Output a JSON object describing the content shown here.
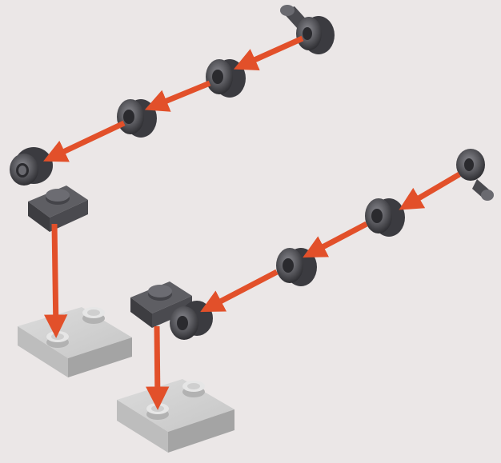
{
  "diagram": {
    "kind": "LEGO assembly instruction step",
    "background": "#ebe7e7",
    "colors": {
      "arrow": "#e2502a",
      "dark_gray_part": "#55555a",
      "dark_gray_shade": "#3a3a3f",
      "dark_gray_light": "#7a7a80",
      "light_gray_plate": "#c9c9c9",
      "light_gray_shade": "#a9a9a9",
      "light_gray_top": "#d8d8d8"
    },
    "assemblies": [
      {
        "id": "upper",
        "parts": [
          "axle-pin-with-knob",
          "bushing",
          "bushing",
          "plate-1x1-with-hole",
          "plate-2x2-with-pin"
        ],
        "arrows": 4
      },
      {
        "id": "lower",
        "parts": [
          "axle-pin-with-knob",
          "bushing",
          "bushing",
          "plate-1x1-with-hole",
          "plate-2x2-with-pin"
        ],
        "arrows": 4
      }
    ]
  }
}
